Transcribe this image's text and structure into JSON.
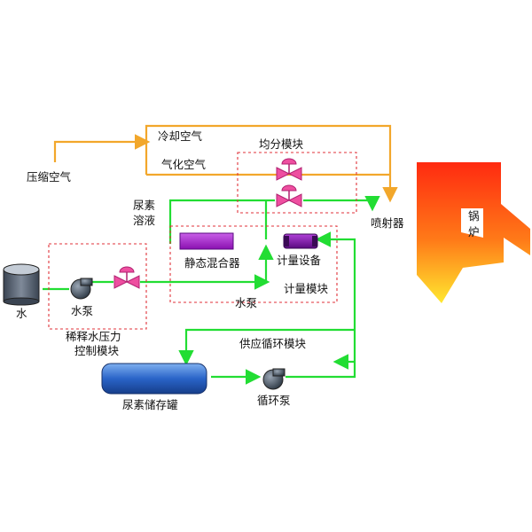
{
  "labels": {
    "compressed_air": "压缩空气",
    "cooling_air": "冷却空气",
    "atomizing_air": "气化空气",
    "distribution_module": "均分模块",
    "urea_solution_line1": "尿素",
    "urea_solution_line2": "溶液",
    "injector": "喷射器",
    "boiler_line1": "锅",
    "boiler_line2": "炉",
    "water": "水",
    "water_pump": "水泵",
    "static_mixer": "静态混合器",
    "metering_device": "计量设备",
    "metering_module": "计量模块",
    "water_pump_2": "水泵",
    "dilution_module_line1": "稀释水压力",
    "dilution_module_line2": "控制模块",
    "supply_circulation_module": "供应循环模块",
    "urea_storage_tank": "尿素储存罐",
    "circulation_pump": "循环泵"
  },
  "colors": {
    "air_line": "#f2a72b",
    "solution_line": "#22dd33",
    "module_border": "#e0323a",
    "valve": "#ee4fa0",
    "mixer": "#a020c8",
    "tank": "#2a64c8",
    "pump": "#3d4a58",
    "boiler_top": "#ffee33",
    "boiler_bottom": "#ff2a1a"
  },
  "icons": [
    "valve-icon",
    "pump-icon",
    "water-tank-icon",
    "mixer-icon",
    "meter-icon",
    "storage-tank-icon",
    "boiler-icon"
  ]
}
